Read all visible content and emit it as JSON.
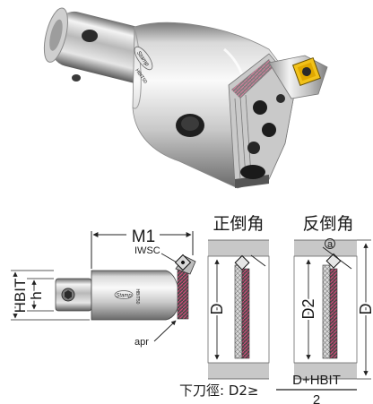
{
  "product_photo": {
    "brand_marking": "Stamp",
    "model_marking": "HBIT50"
  },
  "tool_drawing": {
    "dimension_m1": "M1",
    "label_iwsc": "IWSC",
    "label_hbit": "HBIT",
    "label_h": "h",
    "label_apr": "apr",
    "body_brand": "Stamp",
    "body_model": "HBIT50"
  },
  "forward_chamfer": {
    "title": "正倒角",
    "dimension_d": "D"
  },
  "back_chamfer": {
    "title": "反倒角",
    "label_a": "a",
    "dimension_d2": "D2",
    "dimension_d": "D"
  },
  "formula": {
    "prefix": "下刀徑: D2≥",
    "numerator": "D+HBIT",
    "denominator": "2"
  }
}
